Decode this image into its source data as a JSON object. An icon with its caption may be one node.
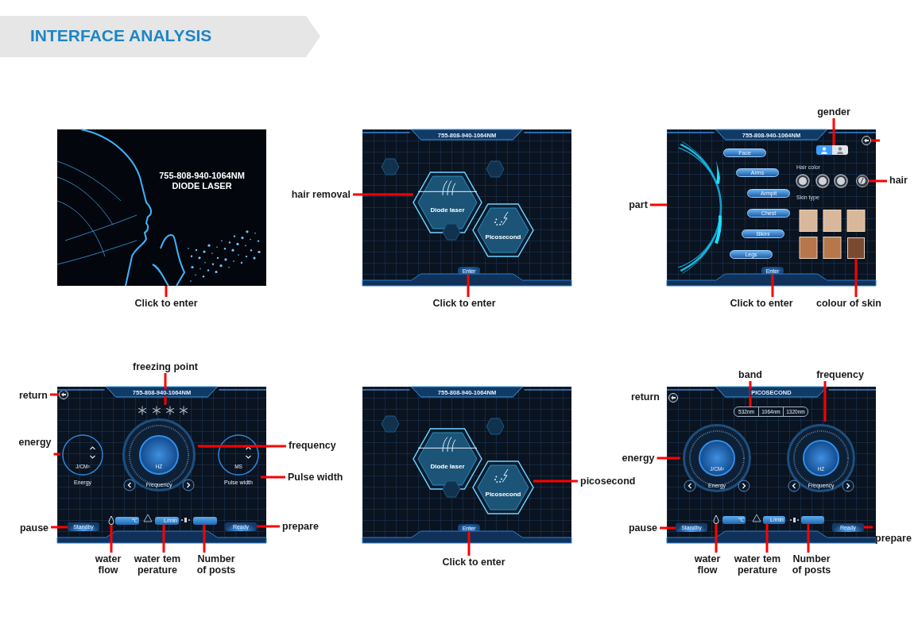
{
  "diagram": {
    "title": "INTERFACE ANALYSIS",
    "nodes": [
      {
        "text": [
          "755-808-940-1064NM DIODE LASER"
        ]
      },
      {
        "text": [
          "Click to enter"
        ]
      },
      {
        "text": [
          "755-808-940-1064NM"
        ]
      },
      {
        "text": [
          "Diode laser"
        ],
        "in": 2
      },
      {
        "text": [
          "Picosecond"
        ],
        "in": 2
      },
      {
        "text": [
          "Enter"
        ],
        "in": 2
      },
      {
        "text": [
          "hair removal"
        ]
      },
      {
        "text": [
          "Click to enter"
        ]
      },
      {
        "text": [
          "755-808-940-1064NM",
          "Hair color",
          "Skin type"
        ]
      },
      {
        "text": [],
        "shape": "circle",
        "in": 8
      },
      {
        "text": [
          "Face"
        ],
        "in": 8
      },
      {
        "text": [
          "Arms"
        ],
        "in": 8
      },
      {
        "text": [
          "Armpit"
        ],
        "in": 8
      },
      {
        "text": [
          "Chest"
        ],
        "in": 8
      },
      {
        "text": [
          "Bikini"
        ],
        "in": 8
      },
      {
        "text": [
          "Legs"
        ],
        "in": 8
      },
      {
        "text": [],
        "shape": "box",
        "in": 8
      },
      {
        "text": [],
        "shape": "circle",
        "in": 8
      },
      {
        "text": [],
        "shape": "circle",
        "in": 8
      },
      {
        "text": [],
        "shape": "picture",
        "in": 8
      },
      {
        "text": [
          "Enter"
        ],
        "in": 8
      },
      {
        "text": [
          "gender"
        ]
      },
      {
        "text": [
          "hair"
        ]
      },
      {
        "text": [
          "part"
        ]
      },
      {
        "text": [
          "Click to enter"
        ]
      },
      {
        "text": [
          "colour of skin"
        ]
      },
      {
        "text": [
          "755-808-940-1064NM"
        ]
      },
      {
        "text": [],
        "shape": "circle",
        "in": 26
      },
      {
        "text": [],
        "shape": "picture",
        "in": 26
      },
      {
        "text": [
          "J/CM²",
          "Energy"
        ],
        "in": 26
      },
      {
        "text": [
          "HZ",
          "Frequency"
        ],
        "in": 26
      },
      {
        "text": [
          "MS",
          "Pulse width"
        ],
        "in": 26
      },
      {
        "text": [
          "Standby"
        ],
        "in": 26
      },
      {
        "text": [],
        "shape": "picture",
        "in": 26
      },
      {
        "text": [
          "℃"
        ],
        "in": 26
      },
      {
        "text": [
          "L/min"
        ],
        "in": 26
      },
      {
        "text": [],
        "shape": "box",
        "in": 26
      },
      {
        "text": [
          "Ready"
        ],
        "in": 26
      },
      {
        "text": [
          "freezing point"
        ]
      },
      {
        "text": [
          "return"
        ]
      },
      {
        "text": [
          "energy"
        ]
      },
      {
        "text": [
          "frequency"
        ]
      },
      {
        "text": [
          "Pulse width"
        ]
      },
      {
        "text": [
          "pause"
        ]
      },
      {
        "text": [
          "prepare"
        ]
      },
      {
        "text": [
          "water flow"
        ]
      },
      {
        "text": [
          "water tem perature"
        ]
      },
      {
        "text": [
          "Number of posts"
        ]
      },
      {
        "text": [
          "755-808-940-1064NM"
        ]
      },
      {
        "text": [
          "Diode laser"
        ],
        "in": 48
      },
      {
        "text": [
          "Picosecond"
        ],
        "in": 48
      },
      {
        "text": [
          "Enter"
        ],
        "in": 48
      },
      {
        "text": [
          "picosecond"
        ]
      },
      {
        "text": [
          "Click to enter"
        ]
      },
      {
        "text": [
          "PICOSECOND"
        ]
      },
      {
        "text": [],
        "shape": "circle",
        "in": 54
      },
      {
        "text": [
          "532nm",
          "1064nm",
          "1320nm"
        ],
        "in": 54
      },
      {
        "text": [
          "J/CM²",
          "Energy"
        ],
        "in": 54
      },
      {
        "text": [
          "HZ",
          "Frequency"
        ],
        "in": 54
      },
      {
        "text": [
          "Standby"
        ],
        "in": 54
      },
      {
        "text": [],
        "shape": "picture",
        "in": 54
      },
      {
        "text": [
          "℃"
        ],
        "in": 54
      },
      {
        "text": [
          "L/min"
        ],
        "in": 54
      },
      {
        "text": [],
        "shape": "box",
        "in": 54
      },
      {
        "text": [
          "Ready"
        ],
        "in": 54
      },
      {
        "text": [
          "band"
        ]
      },
      {
        "text": [
          "frequency"
        ]
      },
      {
        "text": [
          "energy"
        ]
      },
      {
        "text": [
          "pause"
        ]
      },
      {
        "text": [
          "prepare"
        ]
      },
      {
        "text": [
          "water flow"
        ]
      },
      {
        "text": [
          "water tem perature"
        ]
      },
      {
        "text": [
          "Number of posts"
        ]
      }
    ],
    "edges": [
      {
        "from": 1,
        "to": 0,
        "arrow": "none"
      },
      {
        "from": 6,
        "to": 3,
        "arrow": "none"
      },
      {
        "from": 7,
        "to": 5,
        "arrow": "none"
      },
      {
        "from": 21,
        "to": 16,
        "arrow": "none"
      },
      {
        "from": null,
        "to": 17,
        "arrow": "none"
      },
      {
        "from": 22,
        "to": 18,
        "arrow": "none"
      },
      {
        "from": 23,
        "to": 9,
        "arrow": "none"
      },
      {
        "from": 24,
        "to": 20,
        "arrow": "none"
      },
      {
        "from": 25,
        "to": 19,
        "arrow": "none"
      },
      {
        "from": 38,
        "to": 28,
        "arrow": "none"
      },
      {
        "from": 39,
        "to": 27,
        "arrow": "none"
      },
      {
        "from": 40,
        "to": 29,
        "arrow": "none"
      },
      {
        "from": 41,
        "to": 30,
        "arrow": "none"
      },
      {
        "from": 42,
        "to": 31,
        "arrow": "none"
      },
      {
        "from": 43,
        "to": 32,
        "arrow": "none"
      },
      {
        "from": 44,
        "to": 37,
        "arrow": "none"
      },
      {
        "from": 45,
        "to": 33,
        "arrow": "none"
      },
      {
        "from": 46,
        "to": 35,
        "arrow": "none"
      },
      {
        "from": 47,
        "to": 36,
        "arrow": "none"
      },
      {
        "from": 52,
        "to": 50,
        "arrow": "none"
      },
      {
        "from": 53,
        "to": 51,
        "arrow": "none"
      },
      {
        "from": 65,
        "to": 56,
        "arrow": "none"
      },
      {
        "from": 66,
        "to": 58,
        "arrow": "none"
      },
      {
        "from": 67,
        "to": 57,
        "arrow": "none"
      },
      {
        "from": 68,
        "to": 59,
        "arrow": "none"
      },
      {
        "from": 69,
        "to": 64,
        "arrow": "none"
      },
      {
        "from": 70,
        "to": 60,
        "arrow": "none"
      },
      {
        "from": 71,
        "to": 62,
        "arrow": "none"
      },
      {
        "from": 72,
        "to": 63,
        "arrow": "none"
      }
    ],
    "labels": [
      "return"
    ]
  }
}
